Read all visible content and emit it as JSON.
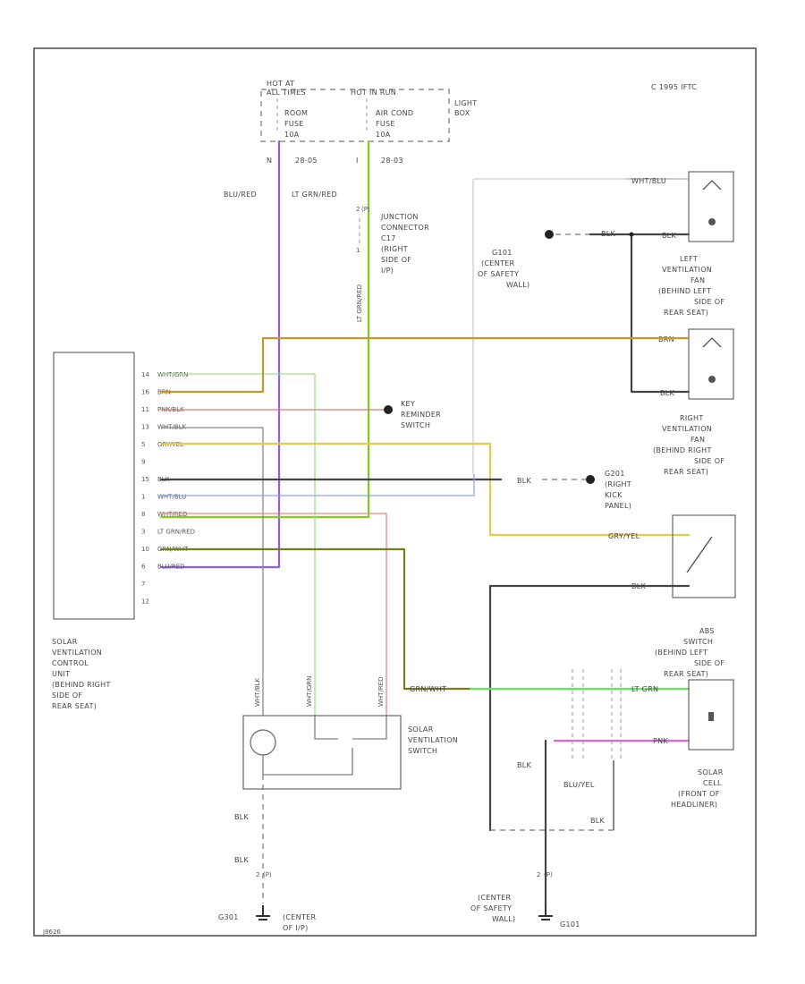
{
  "copyright": "C 1995 IFTC",
  "diagram_id": "J8626",
  "fuse_block": {
    "hot_label_1": "HOT AT",
    "hot_label_2": "ALL TIMES",
    "hot_run": "HOT IN RUN",
    "label_1": "LIGHT",
    "label_2": "BOX",
    "room_fuse_1": "ROOM",
    "room_fuse_2": "FUSE",
    "room_fuse_3": "10A",
    "ac_fuse_1": "AIR COND",
    "ac_fuse_2": "FUSE",
    "ac_fuse_3": "10A",
    "term_n": "N",
    "term_n_id": "28-05",
    "term_i": "I",
    "term_i_id": "28-03"
  },
  "wires": {
    "blu_red": "BLU/RED",
    "lt_grn_red": "LT GRN/RED",
    "lt_grn_red_v": "LT GRN/RED"
  },
  "junction": {
    "pin_top": "2",
    "pin_top_conn": "(P)",
    "label_1": "JUNCTION",
    "label_2": "CONNECTOR",
    "label_3": "C17",
    "label_4": "(RIGHT",
    "label_5": "SIDE OF",
    "label_6": "I/P)",
    "pin_bottom": "1"
  },
  "ground_g101": {
    "label_1": "G101",
    "label_2": "(CENTER",
    "label_3": "OF SAFETY",
    "label_4": "WALL)"
  },
  "left_fan": {
    "wire_top": "WHT/BLU",
    "wire_bot": "BLK",
    "wire_bot2": "BLK",
    "label_1": "LEFT",
    "label_2": "VENTILATION",
    "label_3": "FAN",
    "label_4": "(BEHIND LEFT",
    "label_5": "SIDE OF",
    "label_6": "REAR SEAT)"
  },
  "right_fan": {
    "wire_top": "BRN",
    "wire_bot": "BLK",
    "label_1": "RIGHT",
    "label_2": "VENTILATION",
    "label_3": "FAN",
    "label_4": "(BEHIND RIGHT",
    "label_5": "SIDE OF",
    "label_6": "REAR SEAT)"
  },
  "control_unit": {
    "pins": [
      {
        "num": "14",
        "wire": "WHT/GRN"
      },
      {
        "num": "16",
        "wire": "BRN"
      },
      {
        "num": "11",
        "wire": "PNK/BLK"
      },
      {
        "num": "13",
        "wire": "WHT/BLK"
      },
      {
        "num": "5",
        "wire": "GRY/YEL"
      },
      {
        "num": "9",
        "wire": ""
      },
      {
        "num": "15",
        "wire": "BLK"
      },
      {
        "num": "1",
        "wire": "WHT/BLU"
      },
      {
        "num": "8",
        "wire": "WHT/RED"
      },
      {
        "num": "3",
        "wire": "LT GRN/RED"
      },
      {
        "num": "10",
        "wire": "GRN/WHT"
      },
      {
        "num": "6",
        "wire": "BLU/RED"
      },
      {
        "num": "7",
        "wire": ""
      },
      {
        "num": "12",
        "wire": ""
      }
    ],
    "label_1": "SOLAR",
    "label_2": "VENTILATION",
    "label_3": "CONTROL",
    "label_4": "UNIT",
    "label_5": "(BEHIND RIGHT",
    "label_6": "SIDE OF",
    "label_7": "REAR SEAT)"
  },
  "key_reminder": {
    "label_1": "KEY",
    "label_2": "REMINDER",
    "label_3": "SWITCH"
  },
  "ground_g201": {
    "wire": "BLK",
    "label_1": "G201",
    "label_2": "(RIGHT",
    "label_3": "KICK",
    "label_4": "PANEL)"
  },
  "abs_switch": {
    "wire_top": "GRY/YEL",
    "wire_bot": "BLK",
    "label_1": "ABS",
    "label_2": "SWITCH",
    "label_3": "(BEHIND LEFT",
    "label_4": "SIDE OF",
    "label_5": "REAR SEAT)"
  },
  "solar_switch": {
    "wire_1": "WHT/BLK",
    "wire_2": "WHT/GRN",
    "wire_3": "WHT/RED",
    "label_1": "SOLAR",
    "label_2": "VENTILATION",
    "label_3": "SWITCH"
  },
  "solar_cell": {
    "wire_in": "GRN/WHT",
    "wire_top": "LT GRN",
    "wire_bot": "PNK",
    "label_1": "SOLAR",
    "label_2": "CELL",
    "label_3": "(FRONT OF",
    "label_4": "HEADLINER)"
  },
  "bottom_left": {
    "wire_1": "BLK",
    "wire_2": "BLK",
    "pin": "2",
    "conn": "(P)",
    "ground": "G301",
    "label_1": "(CENTER",
    "label_2": "OF I/P)"
  },
  "bottom_right": {
    "wire_blk": "BLK",
    "wire_blu_yel": "BLU/YEL",
    "wire_blk2": "BLK",
    "pin": "2",
    "conn": "(P)",
    "label_1": "(CENTER",
    "label_2": "OF SAFETY",
    "label_3": "WALL)",
    "ground": "G101"
  },
  "colors": {
    "blu_red": "#8b5cf6",
    "lt_grn_red": "#84cc16",
    "brn": "#c9962e",
    "wht_grn": "#9ee08e",
    "pnk_blk": "#d97a7a",
    "wht_blk": "#888888",
    "gry_yel": "#e6c84a",
    "blk": "#444444",
    "wht_blu": "#8fa3f2",
    "wht_red": "#e68a8a",
    "grn_wht": "#7a7a20",
    "lt_grn": "#5ee85e",
    "pnk": "#e060e0"
  }
}
